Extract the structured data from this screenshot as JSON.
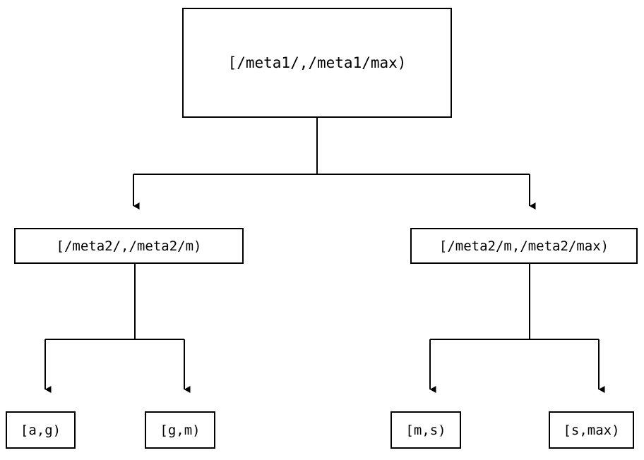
{
  "diagram": {
    "type": "tree",
    "title": "",
    "background_color": "#ffffff",
    "stroke_color": "#000000",
    "text_color": "#000000",
    "levels": 3,
    "nodes": {
      "root": {
        "label": "[/meta1/,/meta1/max)",
        "level": 1
      },
      "meta2_low": {
        "label": "[/meta2/,/meta2/m)",
        "level": 2
      },
      "meta2_high": {
        "label": "[/meta2/m,/meta2/max)",
        "level": 2
      },
      "leaf_ag": {
        "label": "[a,g)",
        "level": 3
      },
      "leaf_gm": {
        "label": "[g,m)",
        "level": 3
      },
      "leaf_ms": {
        "label": "[m,s)",
        "level": 3
      },
      "leaf_smax": {
        "label": "[s,max)",
        "level": 3
      }
    },
    "edges": [
      {
        "from": "root",
        "to": "meta2_low",
        "arrow": "down-triangle"
      },
      {
        "from": "root",
        "to": "meta2_high",
        "arrow": "down-triangle"
      },
      {
        "from": "meta2_low",
        "to": "leaf_ag",
        "arrow": "down-triangle"
      },
      {
        "from": "meta2_low",
        "to": "leaf_gm",
        "arrow": "down-triangle"
      },
      {
        "from": "meta2_high",
        "to": "leaf_ms",
        "arrow": "down-triangle"
      },
      {
        "from": "meta2_high",
        "to": "leaf_smax",
        "arrow": "down-triangle"
      }
    ]
  }
}
